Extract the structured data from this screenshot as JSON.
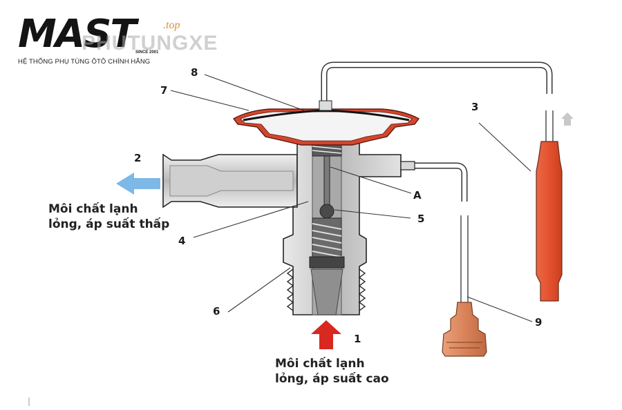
{
  "logo": {
    "wordmark": "MAST",
    "tld": ".top",
    "watermark": "PHUTUNGXE",
    "since": "SINCE 2001",
    "tagline": "HỆ THỐNG PHỤ TÙNG ÔTÔ CHÍNH HÃNG"
  },
  "labels": {
    "n1": "1",
    "n2": "2",
    "n3": "3",
    "n4": "4",
    "n5": "5",
    "n6": "6",
    "n7": "7",
    "n8": "8",
    "n9": "9",
    "a": "A"
  },
  "captions": {
    "outlet_line1": "Môi chất lạnh",
    "outlet_line2": "lỏng, áp suất thấp",
    "inlet_line1": "Môi chất lạnh",
    "inlet_line2": "lỏng, áp suất cao"
  },
  "colors": {
    "diaphragm": "#d4452e",
    "bulb": "#e4512f",
    "outlet_arrow": "#7db8e6",
    "inlet_arrow": "#d8281f",
    "fitting": "#d9835a"
  }
}
